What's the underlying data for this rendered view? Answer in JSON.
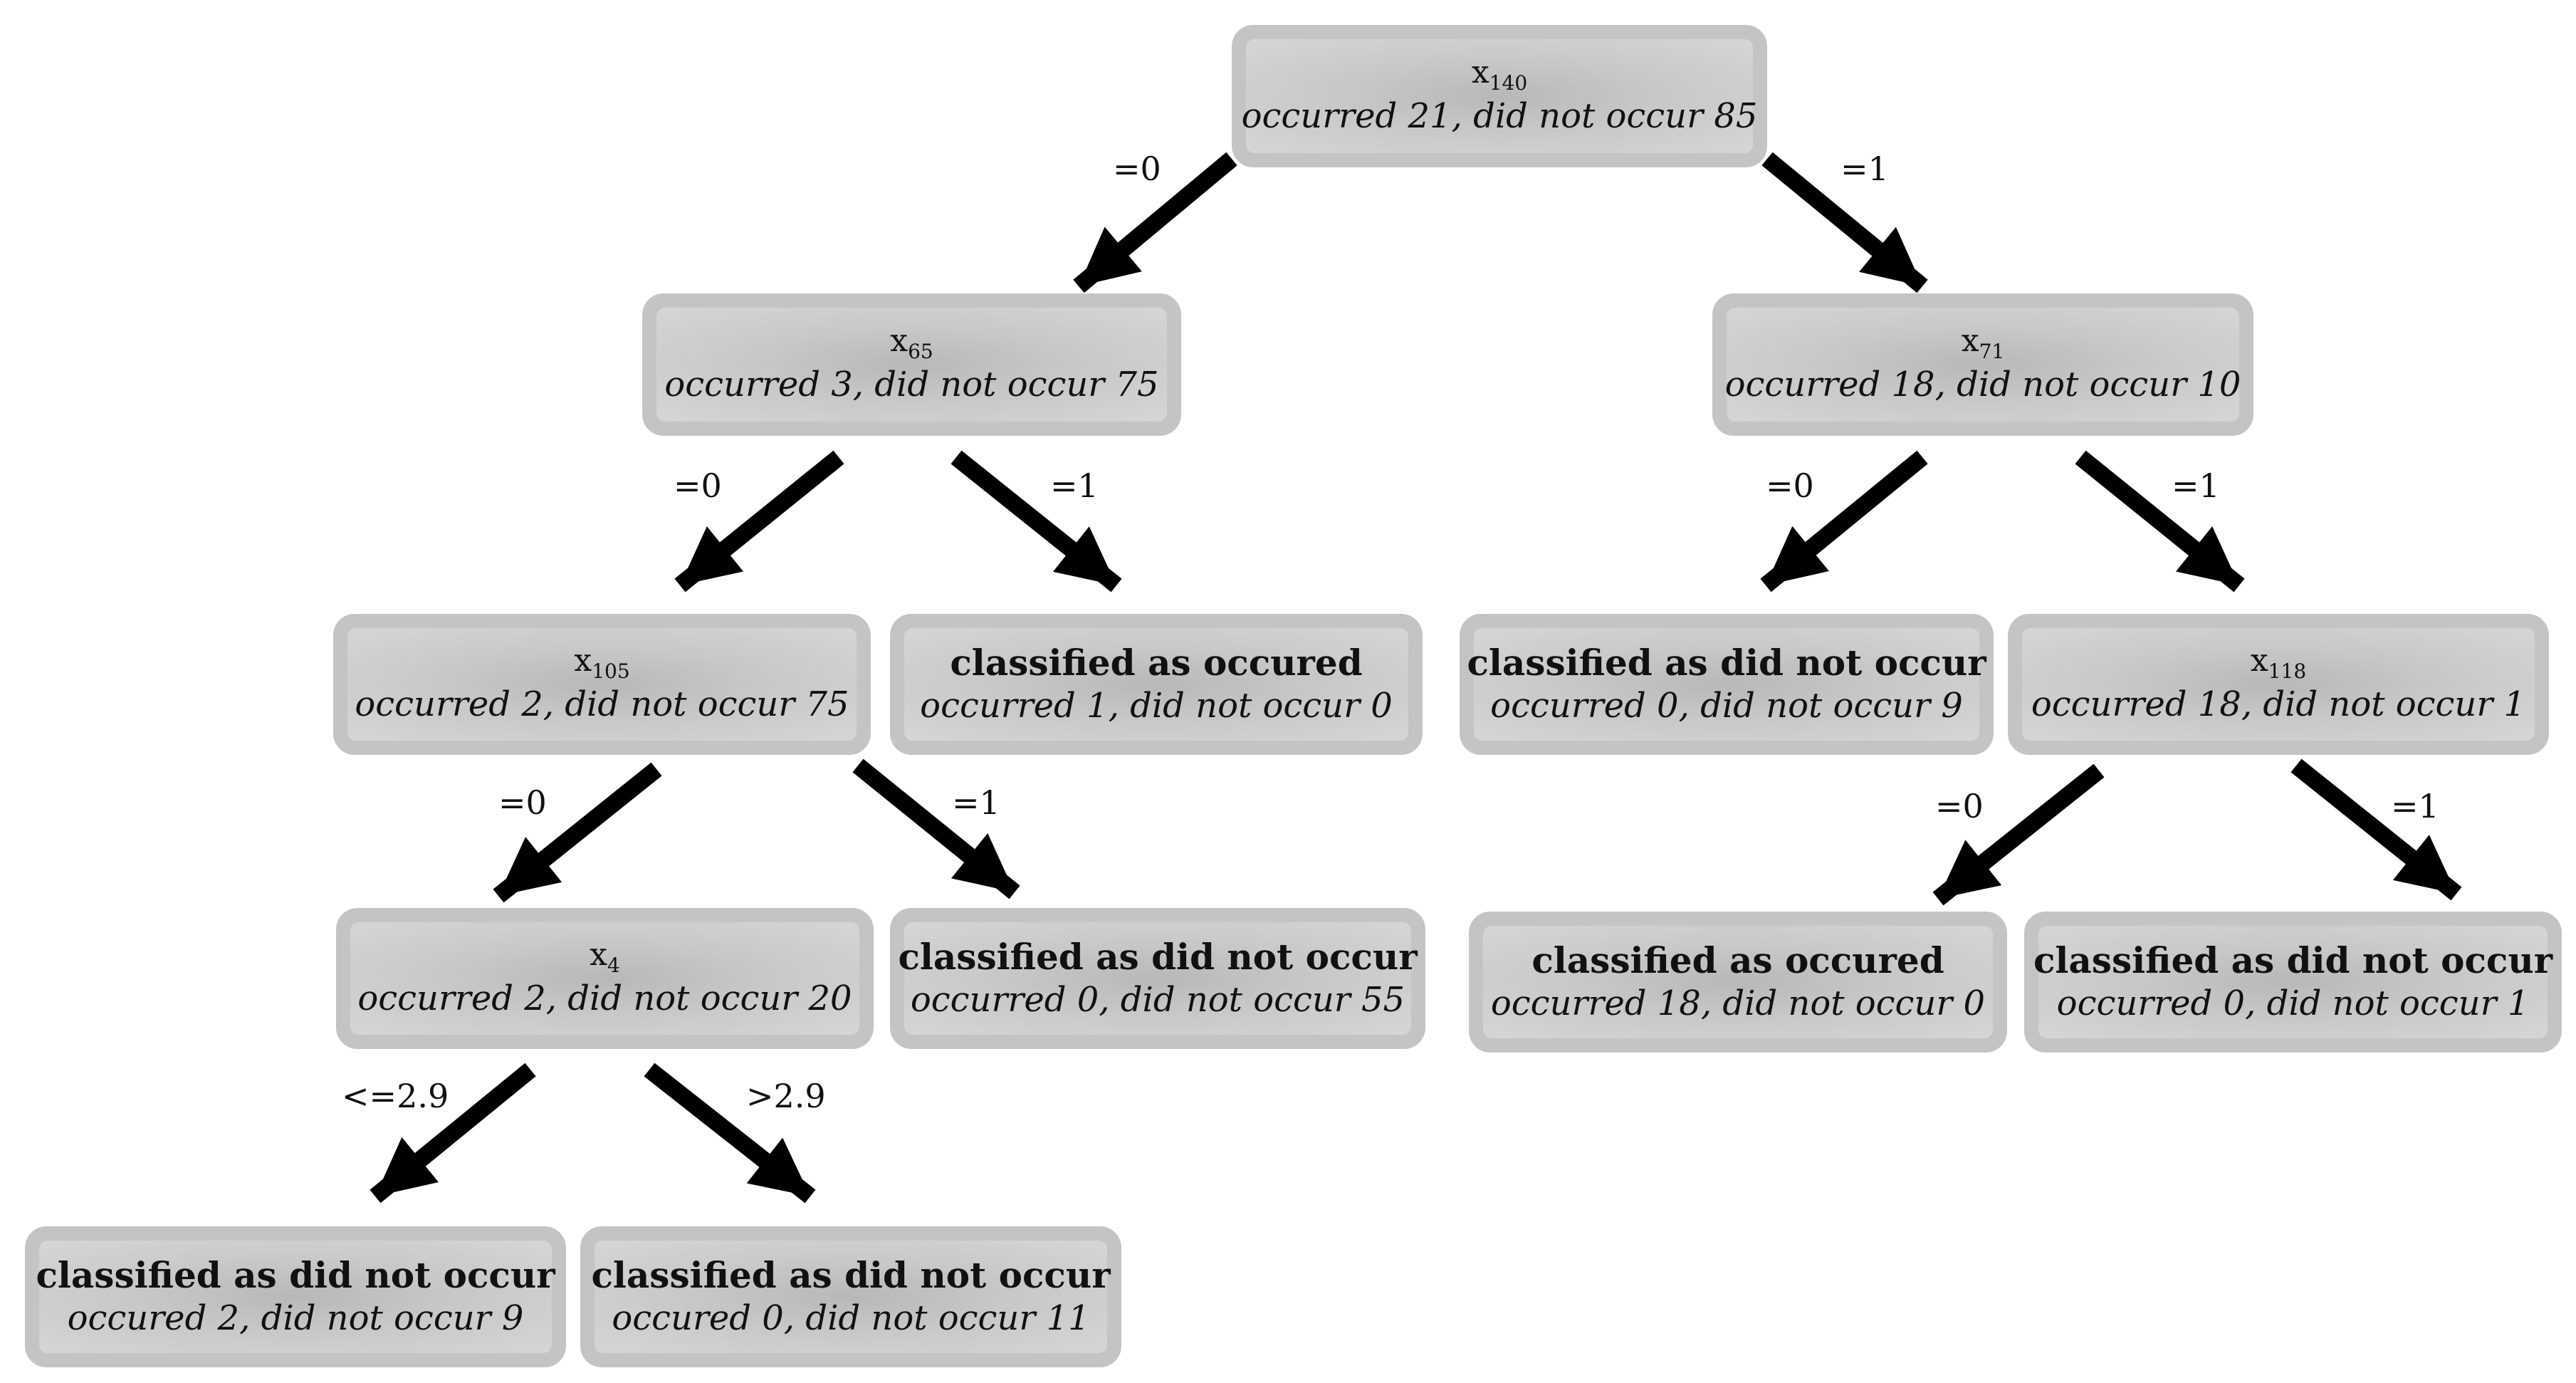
{
  "nodes": {
    "root": {
      "var": "x",
      "sub": "140",
      "counts": "occurred 21, did not occur 85"
    },
    "n65": {
      "var": "x",
      "sub": "65",
      "counts": "occurred 3, did not occur 75"
    },
    "n71": {
      "var": "x",
      "sub": "71",
      "counts": "occurred 18, did not occur 10"
    },
    "n105": {
      "var": "x",
      "sub": "105",
      "counts": "occurred 2, did not occur 75"
    },
    "leafA": {
      "label": "classified as occured",
      "counts": "occurred 1, did not occur 0"
    },
    "leafB": {
      "label": "classified as did not occur",
      "counts": "occurred 0, did not occur 9"
    },
    "n118": {
      "var": "x",
      "sub": "118",
      "counts": "occurred 18, did not occur 1"
    },
    "n4": {
      "var": "x",
      "sub": "4",
      "counts": "occurred 2, did not occur 20"
    },
    "leafC": {
      "label": "classified as did not occur",
      "counts": "occurred 0, did not occur 55"
    },
    "leafD": {
      "label": "classified as occured",
      "counts": "occurred 18, did not occur 0"
    },
    "leafE": {
      "label": "classified as did not occur",
      "counts": "occurred 0, did not occur 1"
    },
    "leafF": {
      "label": "classified as did not occur",
      "counts": "occured 2, did not occur 9"
    },
    "leafG": {
      "label": "classified as did not occur",
      "counts": "occured 0, did not occur 11"
    }
  },
  "edges": {
    "root_n65": "=0",
    "root_n71": "=1",
    "n65_n105": "=0",
    "n65_leafA": "=1",
    "n71_leafB": "=0",
    "n71_n118": "=1",
    "n105_n4": "=0",
    "n105_leafC": "=1",
    "n118_leafD": "=0",
    "n118_leafE": "=1",
    "n4_leafF": "<=2.9",
    "n4_leafG": ">2.9"
  }
}
